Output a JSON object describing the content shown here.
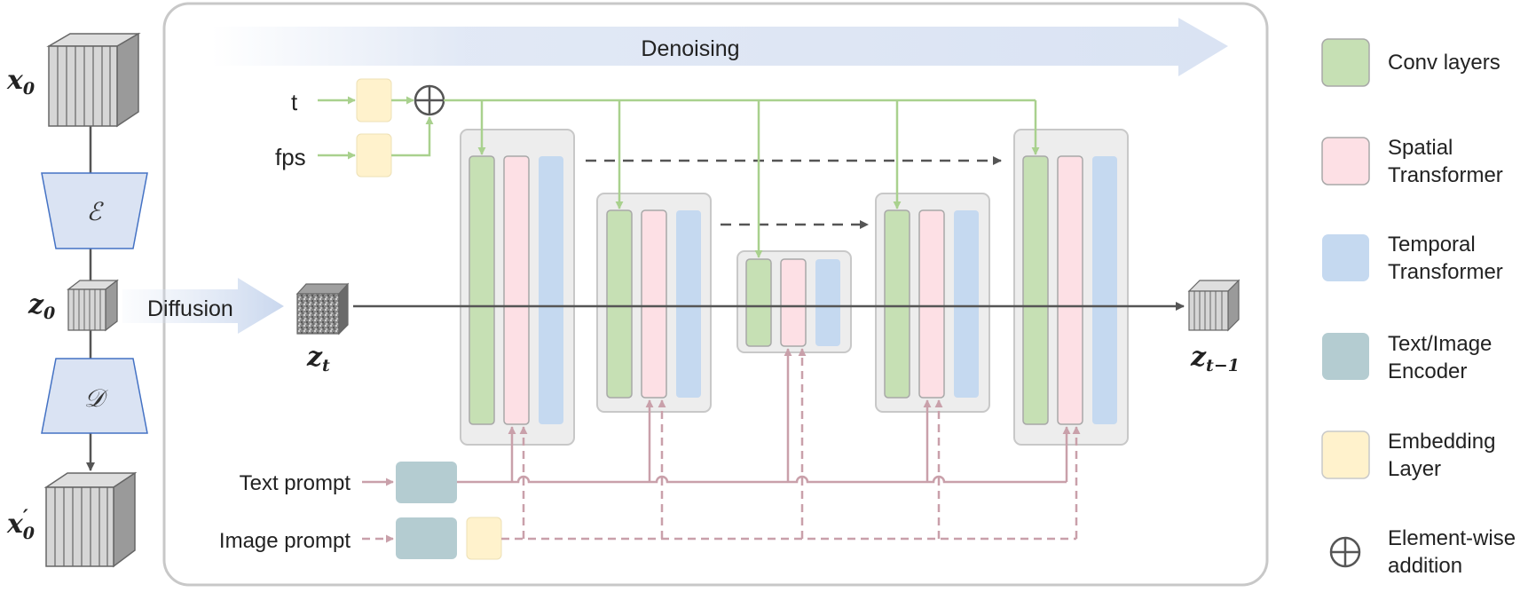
{
  "banner": {
    "label": "Denoising"
  },
  "inputs": {
    "t": "t",
    "fps": "fps",
    "text_prompt": "Text prompt",
    "image_prompt": "Image prompt"
  },
  "diffusion": {
    "label": "Diffusion"
  },
  "autoencoder": {
    "encoder_symbol": "ℰ",
    "decoder_symbol": "𝒟"
  },
  "latents": {
    "x0_base": "x",
    "x0_sub": "0",
    "z0_base": "z",
    "z0_sub": "0",
    "x0p_base": "x",
    "x0p_prime": "′",
    "x0p_sub": "0",
    "zt_base": "z",
    "zt_sub": "t",
    "zt1_base": "z",
    "zt1_sub": "t−1"
  },
  "legend": {
    "items": [
      {
        "lines": [
          "Conv layers"
        ],
        "color": "#c6e0b4",
        "border": "#a8a8a8"
      },
      {
        "lines": [
          "Spatial",
          "Transformer"
        ],
        "color": "#fde0e5",
        "border": "#a8a8a8"
      },
      {
        "lines": [
          "Temporal",
          "Transformer"
        ],
        "color": "#c5d9f0",
        "border": "#c5d9f0"
      },
      {
        "lines": [
          "Text/Image",
          "Encoder"
        ],
        "color": "#b4ccd1",
        "border": "#b4ccd1"
      },
      {
        "lines": [
          "Embedding",
          "Layer"
        ],
        "color": "#fff2cc",
        "border": "#c9c9c9"
      },
      {
        "lines": [
          "Element-wise",
          "addition"
        ],
        "color": "none",
        "border": "#555555"
      }
    ]
  },
  "colors": {
    "conv": "#c6e0b4",
    "spatial": "#fde0e5",
    "temporal": "#c5d9f0",
    "encoder": "#b4ccd1",
    "embedding": "#fff2cc",
    "green_line": "#a9d18e",
    "pink_line": "#c9a0aa",
    "dark_line": "#555555",
    "block_fill": "#ededed",
    "autoencoder_fill": "#dae3f3",
    "panel_border": "#c8c8c8"
  }
}
